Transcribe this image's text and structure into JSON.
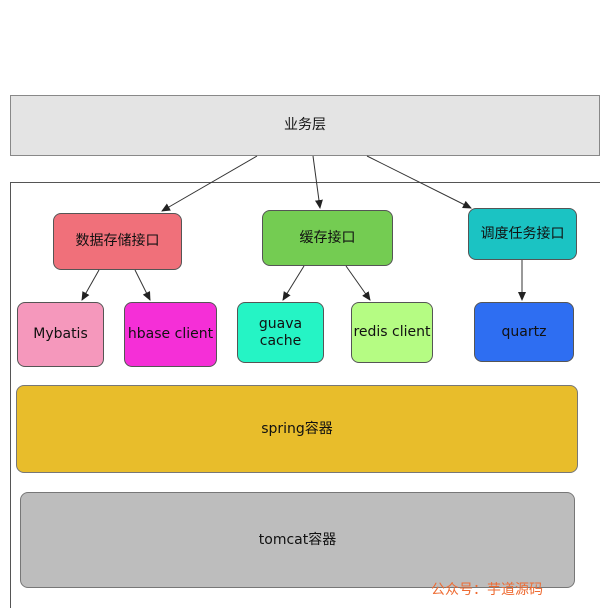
{
  "diagram": {
    "business_layer": "业务层",
    "interfaces": {
      "data_storage": "数据存储接口",
      "cache": "缓存接口",
      "schedule": "调度任务接口"
    },
    "clients": {
      "mybatis": "Mybatis",
      "hbase": "hbase client",
      "guava_line1": "guava",
      "guava_line2": "cache",
      "redis": "redis client",
      "quartz": "quartz"
    },
    "containers": {
      "spring": "spring容器",
      "tomcat": "tomcat容器"
    }
  },
  "watermark": "公众号：芋道源码"
}
